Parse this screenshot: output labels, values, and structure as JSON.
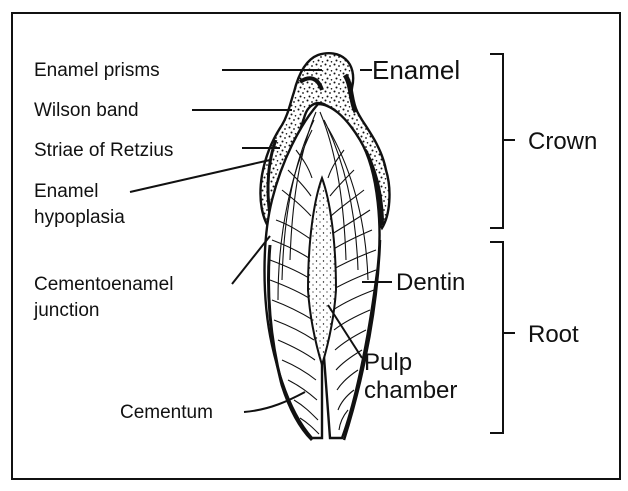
{
  "labels": {
    "enamel_prisms": "Enamel prisms",
    "wilson_band": "Wilson band",
    "striae_of_retzius": "Striae of Retzius",
    "enamel_hypoplasia_1": "Enamel",
    "enamel_hypoplasia_2": "hypoplasia",
    "cementoenamel_junction_1": "Cementoenamel",
    "cementoenamel_junction_2": "junction",
    "cementum": "Cementum",
    "enamel": "Enamel",
    "dentin": "Dentin",
    "pulp_chamber_1": "Pulp",
    "pulp_chamber_2": "chamber",
    "crown": "Crown",
    "root": "Root"
  },
  "colors": {
    "ink": "#111111",
    "background": "#ffffff"
  }
}
